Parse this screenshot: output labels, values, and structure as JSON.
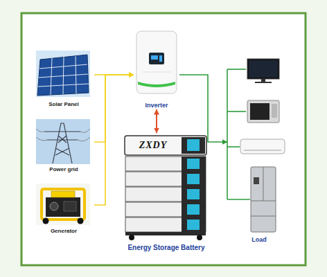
{
  "diagram": {
    "nodes": [
      {
        "text": [
          "Solar Panel"
        ]
      },
      {
        "text": [
          "Power grid"
        ]
      },
      {
        "text": [
          "Generator"
        ]
      },
      {
        "text": [
          "Inverter"
        ]
      },
      {
        "text": [
          "Energy Storage Battery"
        ]
      },
      {
        "text": [
          "Load"
        ]
      }
    ],
    "edges": [
      {
        "from": 0,
        "to": 3,
        "arrow": "to"
      },
      {
        "from": 1,
        "to": 3,
        "arrow": "to"
      },
      {
        "from": 2,
        "to": 3,
        "arrow": "to"
      },
      {
        "from": 3,
        "to": 4,
        "arrow": "both"
      },
      {
        "from": 3,
        "to": 5,
        "arrow": "to"
      }
    ],
    "labels": [
      "ZXDY"
    ]
  }
}
